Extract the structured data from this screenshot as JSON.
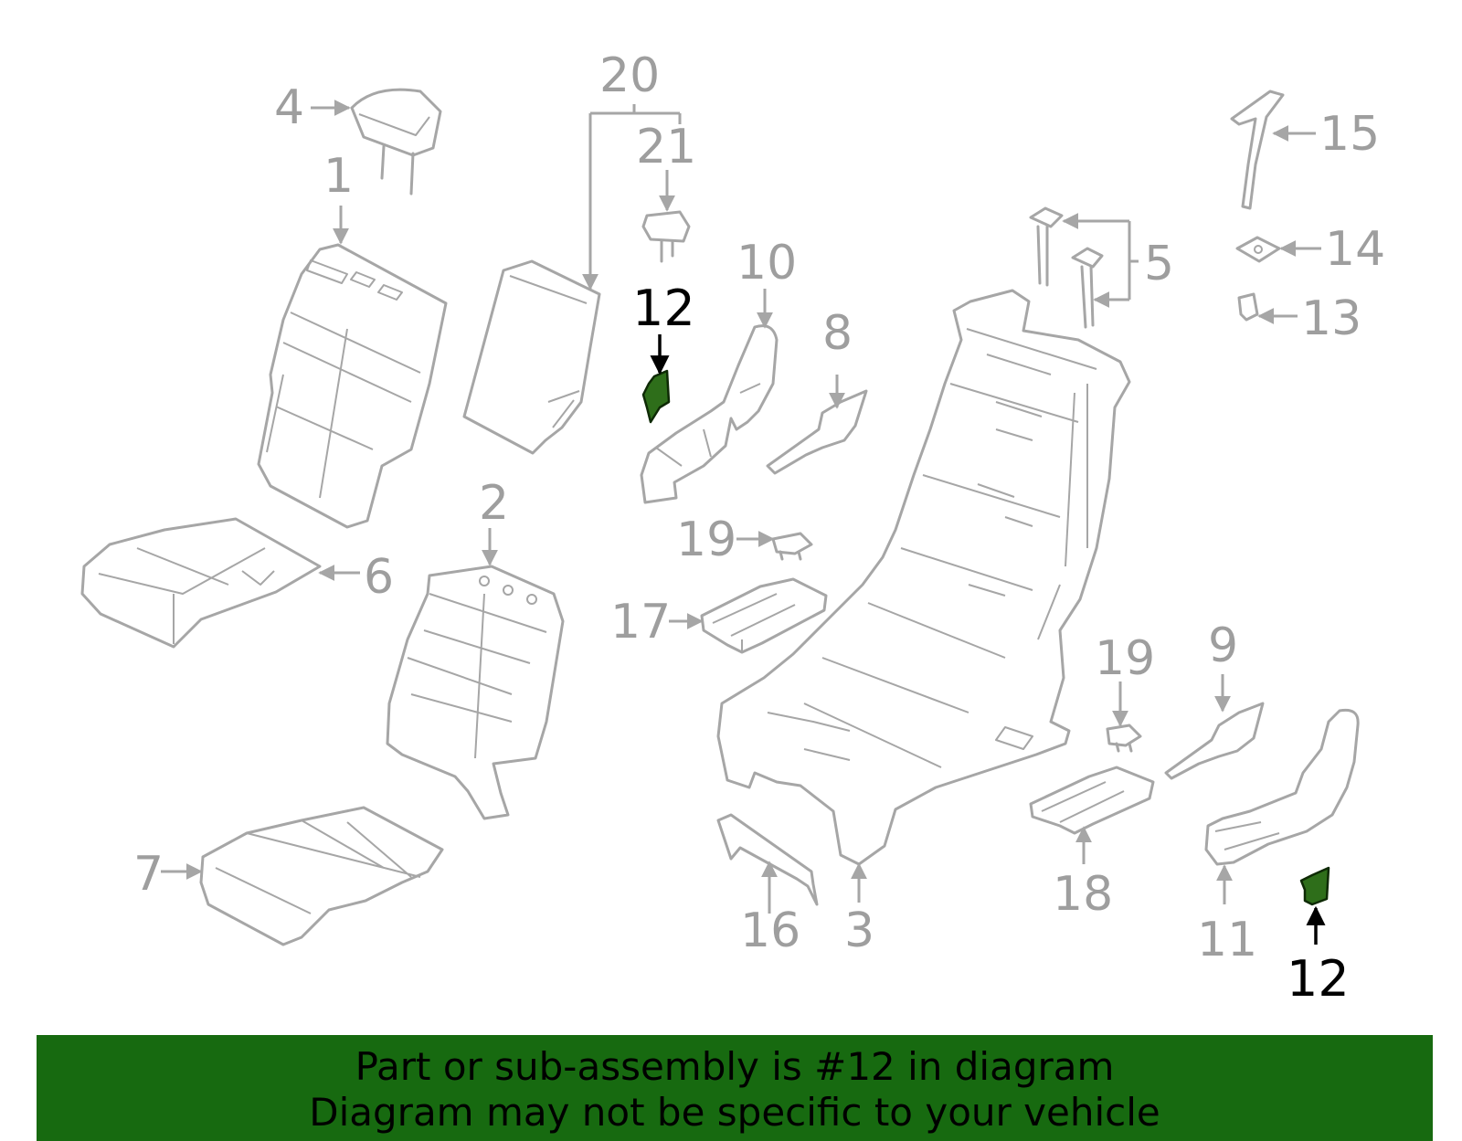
{
  "callouts": {
    "c1": "1",
    "c2": "2",
    "c3": "3",
    "c4": "4",
    "c5": "5",
    "c6": "6",
    "c7": "7",
    "c8": "8",
    "c9": "9",
    "c10": "10",
    "c11": "11",
    "c12a": "12",
    "c12b": "12",
    "c13": "13",
    "c14": "14",
    "c15": "15",
    "c16": "16",
    "c17": "17",
    "c18": "18",
    "c19a": "19",
    "c19b": "19",
    "c20": "20",
    "c21": "21"
  },
  "highlight": {
    "part": "12",
    "color": "#176a10"
  },
  "banner": {
    "line1": "Part or sub-assembly is #12 in diagram",
    "line2": "Diagram may not be specific to your vehicle"
  }
}
